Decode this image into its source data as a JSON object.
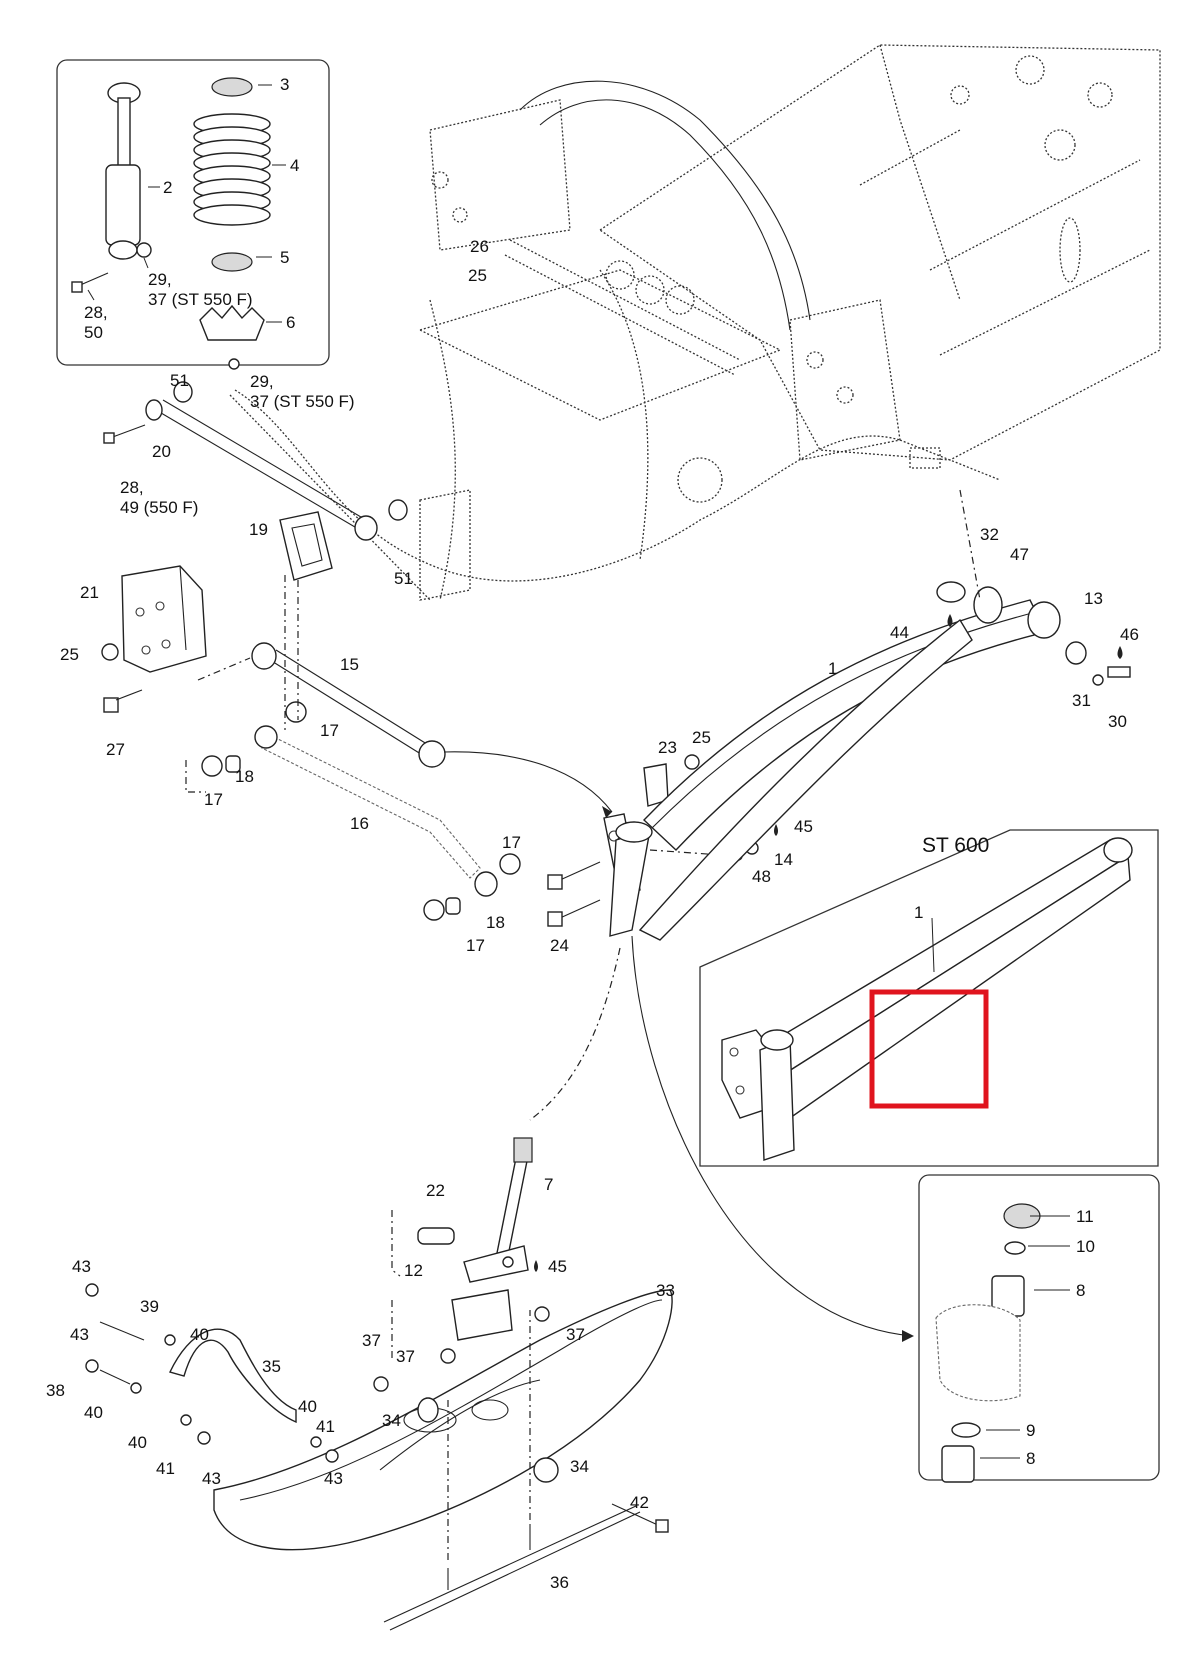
{
  "diagram": {
    "inset_st600_title": "ST 600",
    "colors": {
      "line": "#222222",
      "highlight": "#e0141e",
      "background": "#ffffff"
    },
    "callouts": {
      "n1": "1",
      "n2": "2",
      "n3": "3",
      "n4": "4",
      "n5": "5",
      "n6": "6",
      "n7": "7",
      "n8": "8",
      "n9": "9",
      "n10": "10",
      "n11": "11",
      "n12": "12",
      "n13": "13",
      "n14": "14",
      "n15": "15",
      "n16": "16",
      "n17": "17",
      "n18": "18",
      "n19": "19",
      "n20": "20",
      "n21": "21",
      "n22": "22",
      "n23": "23",
      "n24": "24",
      "n25": "25",
      "n26": "26",
      "n27": "27",
      "n28": "28,",
      "n29": "29,",
      "n30": "30",
      "n31": "31",
      "n32": "32",
      "n33": "33",
      "n34": "34",
      "n35": "35",
      "n36": "36",
      "n37": "37",
      "n38": "38",
      "n39": "39",
      "n40": "40",
      "n41": "41",
      "n42": "42",
      "n43": "43",
      "n44": "44",
      "n45": "45",
      "n46": "46",
      "n47": "47",
      "n48": "48",
      "n51": "51",
      "n50": "50",
      "n37_st550f": "37 (ST 550 F)",
      "n49_550f": "49 (550 F)"
    }
  }
}
